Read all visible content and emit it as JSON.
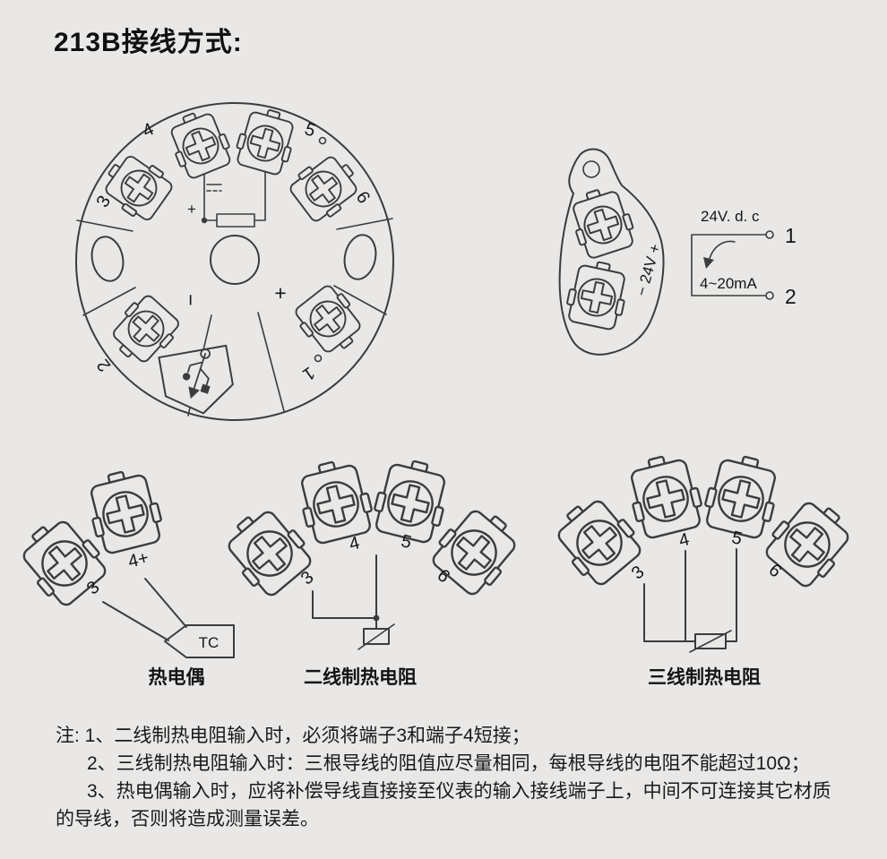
{
  "title": "213B接线方式:",
  "main_head": {
    "terminal_labels": [
      "3",
      "4",
      "5",
      "6",
      "1",
      "2"
    ],
    "plus_label": "+",
    "minus_label": "−"
  },
  "side_view": {
    "supply_label": "− 24V +"
  },
  "power_circuit": {
    "supply_text": "24V. d. c",
    "terminal_1": "1",
    "terminal_2": "2",
    "current_text": "4~20mA"
  },
  "wiring_examples": {
    "thermocouple": {
      "caption": "热电偶",
      "tag": "TC",
      "labels": [
        "3",
        "4+"
      ]
    },
    "rtd_two_wire": {
      "caption": "二线制热电阻",
      "labels": [
        "3",
        "4",
        "5",
        "6"
      ]
    },
    "rtd_three_wire": {
      "caption": "三线制热电阻",
      "labels": [
        "3",
        "4",
        "5",
        "6"
      ]
    }
  },
  "notes": [
    "注: 1、二线制热电阻输入时，必须将端子3和端子4短接；",
    "2、三线制热电阻输入时：三根导线的阻值应尽量相同，每根导线的电阻不能超过10Ω；",
    "3、热电偶输入时，应将补偿导线直接接至仪表的输入接线端子上，中间不可连接其它材质的导线，否则将造成测量误差。"
  ]
}
